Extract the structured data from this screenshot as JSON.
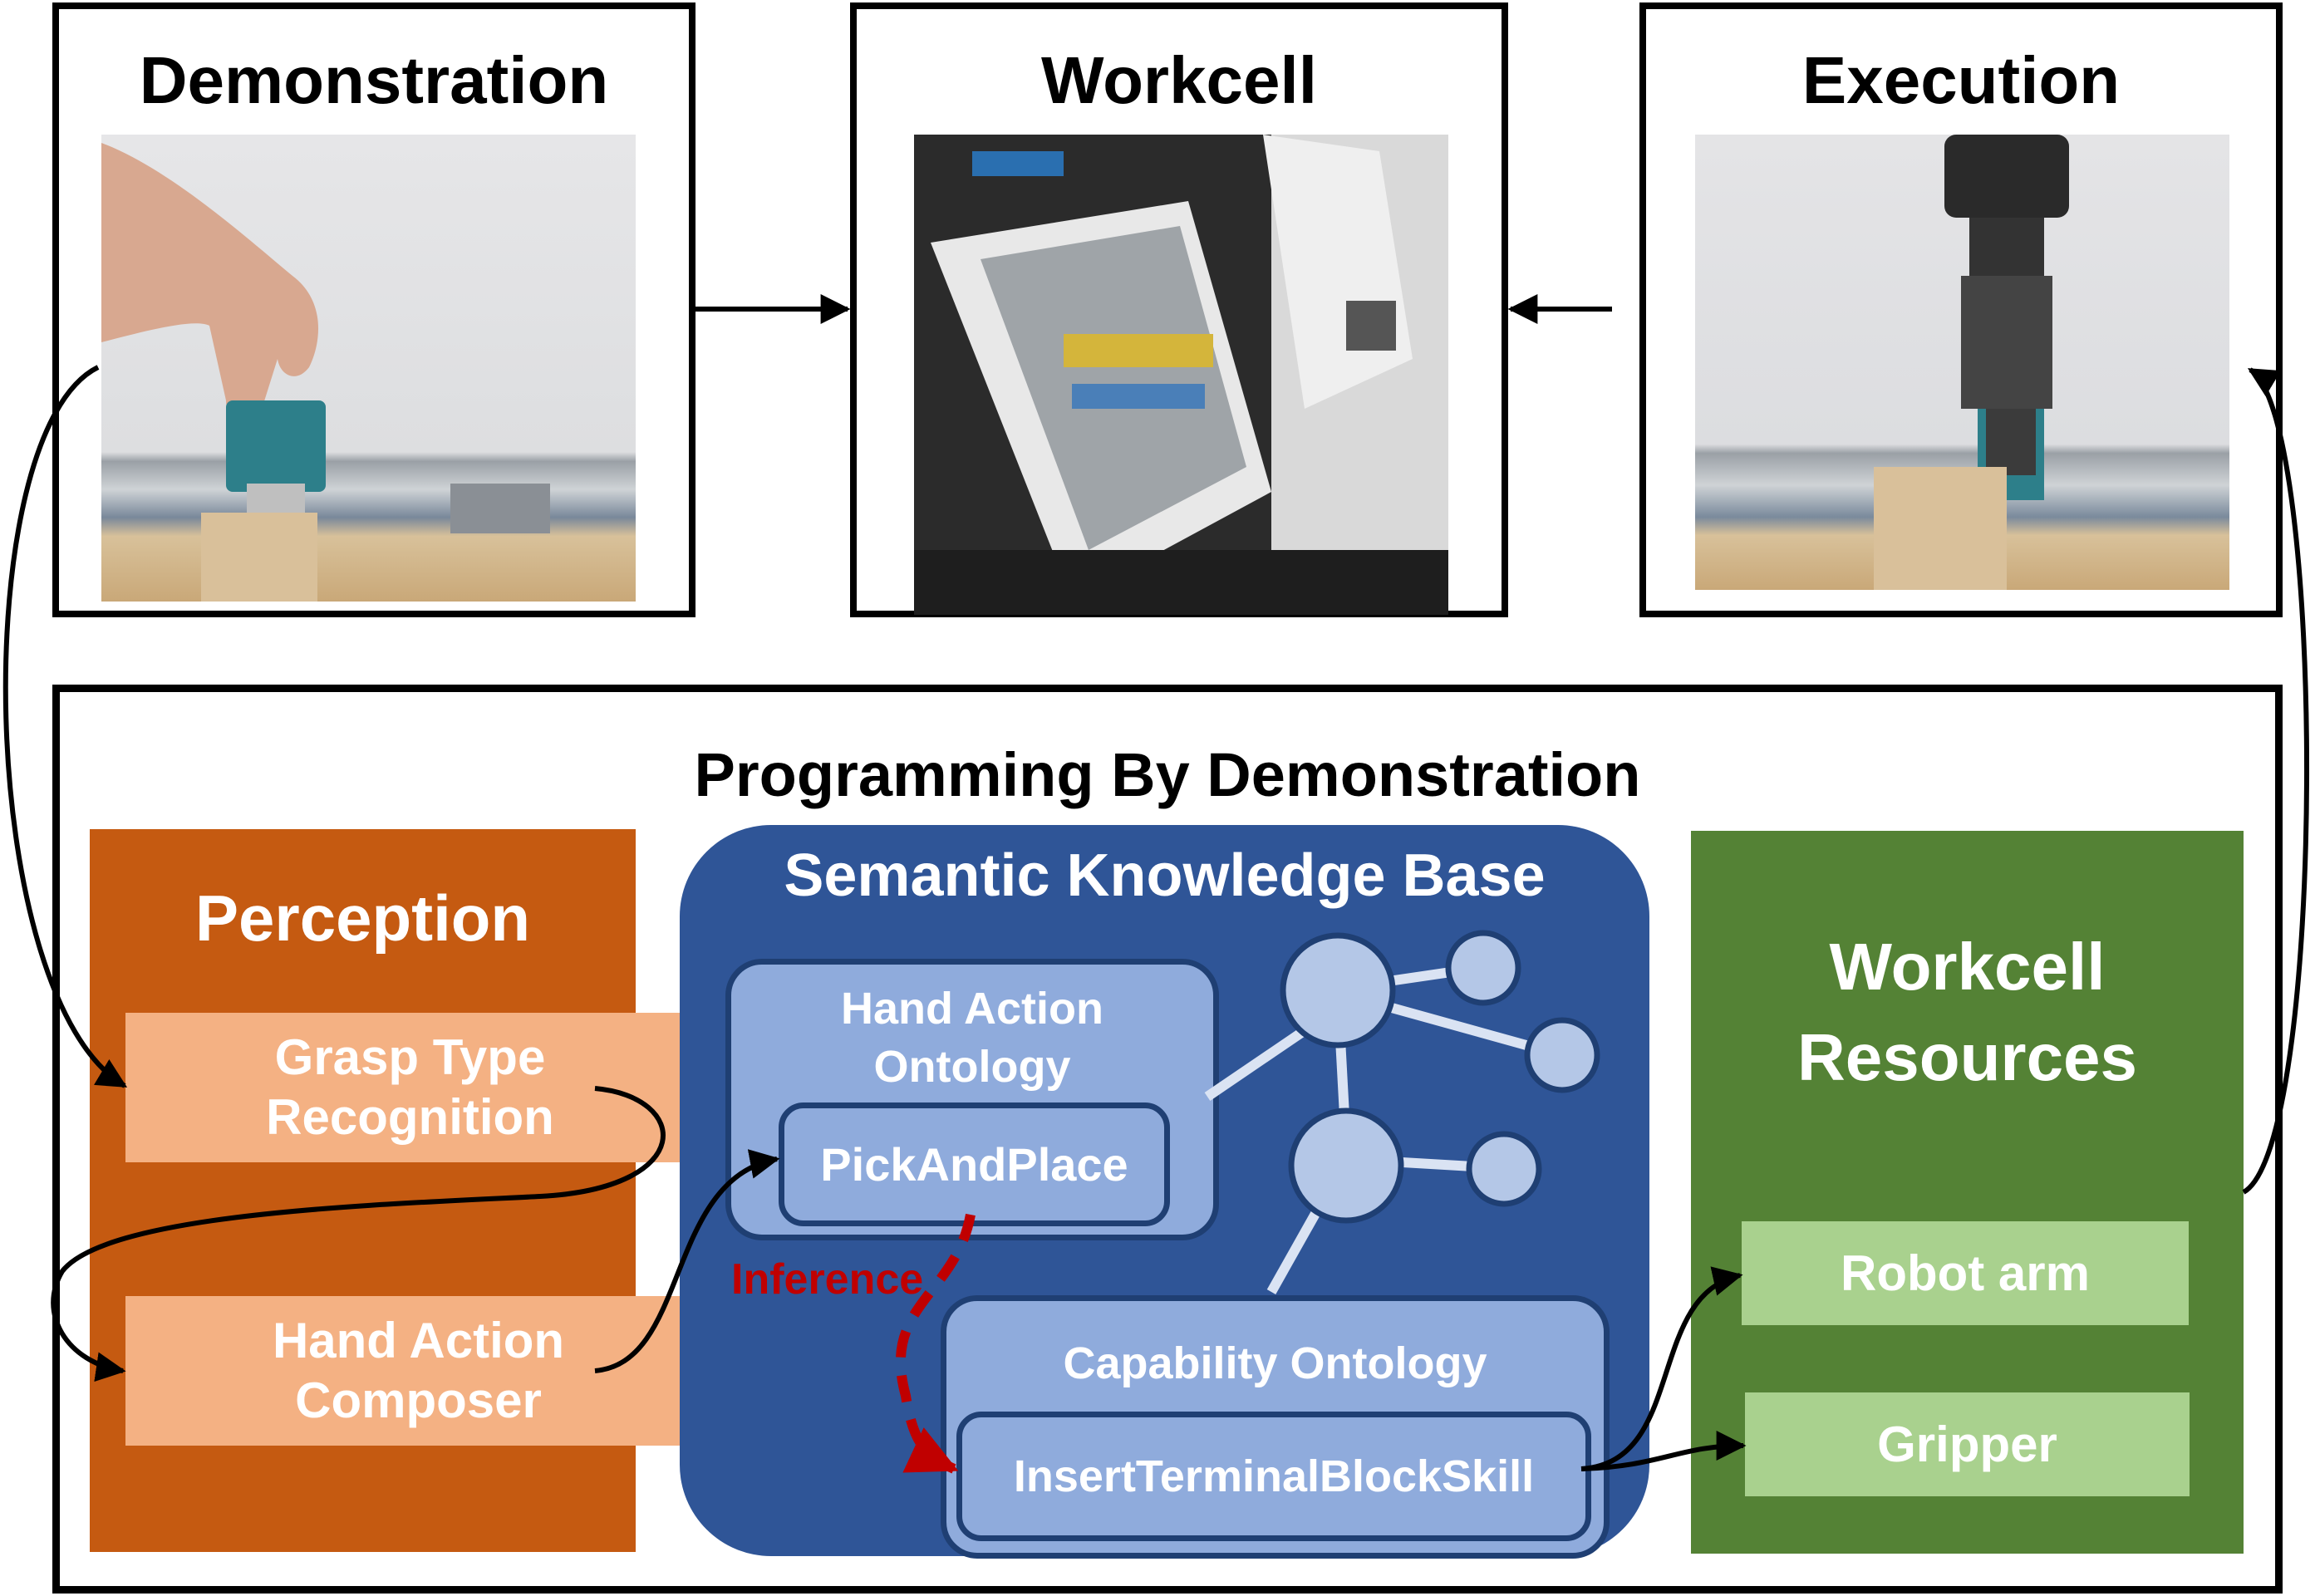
{
  "top_panels": {
    "demonstration": {
      "title": "Demonstration"
    },
    "workcell": {
      "title": "Workcell"
    },
    "execution": {
      "title": "Execution"
    }
  },
  "pbd": {
    "title": "Programming By Demonstration",
    "perception": {
      "title": "Perception",
      "grasp_type": "Grasp Type Recognition",
      "hand_action_composer": "Hand Action Composer"
    },
    "kb": {
      "title": "Semantic Knowledge Base",
      "hand_action_ontology": "Hand Action Ontology",
      "pick_and_place": "PickAndPlace",
      "inference": "Inference",
      "capability_ontology": "Capability Ontology",
      "insert_skill": "InsertTerminalBlockSkill"
    },
    "resources": {
      "title": "Workcell Resources",
      "robot_arm": "Robot arm",
      "gripper": "Gripper"
    }
  },
  "colors": {
    "perception_bg": "#c55a11",
    "perception_box": "#f4b183",
    "kb_bg": "#2f5597",
    "ontology_bg": "#8fabdc",
    "resources_bg": "#548235",
    "resource_box": "#a9d18e",
    "inference": "#c00000"
  }
}
